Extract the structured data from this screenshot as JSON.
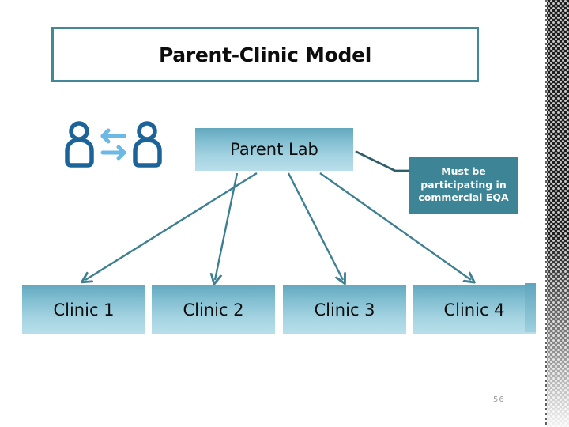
{
  "slide": {
    "title": "Parent-Clinic Model",
    "page_number": "56"
  },
  "icons": {
    "people_exchange": "people-exchange-icon"
  },
  "diagram": {
    "parent_node": {
      "label": "Parent Lab"
    },
    "callout": {
      "line1": "Must be",
      "line2": "participating in",
      "line3": "commercial EQA",
      "full_text": "Must be participating in commercial EQA"
    },
    "clinics": [
      {
        "label": "Clinic 1"
      },
      {
        "label": "Clinic 2"
      },
      {
        "label": "Clinic 3"
      },
      {
        "label": "Clinic 4"
      }
    ]
  },
  "colors": {
    "title_border": "#448799",
    "title_text": "#0d0d0d",
    "node_gradient_top": "#63a8bf",
    "node_gradient_bottom": "#b9dfeb",
    "callout_fill": "#3d8496",
    "callout_text": "#ffffff",
    "connector": "#3d7f93",
    "callout_connector": "#2f5f6b",
    "icon_person": "#1b6398",
    "icon_arrow": "#6cb8e6",
    "page_number": "#9a9a9a"
  }
}
